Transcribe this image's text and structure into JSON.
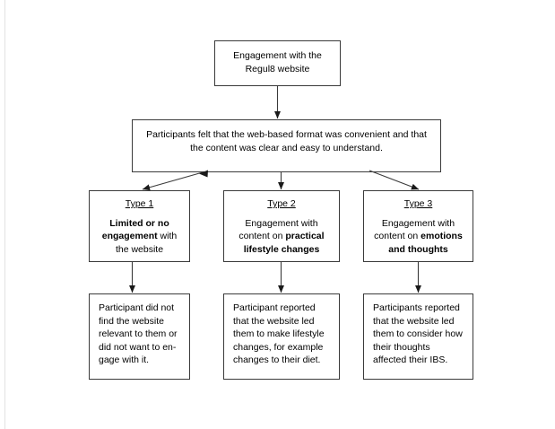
{
  "diagram": {
    "title_box": {
      "text": "Engagement with the Regul8 website"
    },
    "statement_box": {
      "text": "Participants felt that the web-based format was convenient and that the content was clear and easy to understand."
    },
    "types": [
      {
        "heading": "Type 1",
        "body_pre": "",
        "body_bold": "Limited or no engagement",
        "body_post": " with the website"
      },
      {
        "heading": "Type 2",
        "body_pre": "Engagement with content on ",
        "body_bold": "practical lifestyle changes",
        "body_post": ""
      },
      {
        "heading": "Type 3",
        "body_pre": "Engagement with content on ",
        "body_bold": "emotions and thoughts",
        "body_post": ""
      }
    ],
    "outcomes": [
      {
        "text": "Participant did not find the website relevant to them or did not want to en-gage with it."
      },
      {
        "text": "Participant reported that the website led them to make lifestyle changes, for example changes to their diet."
      },
      {
        "text": "Participants reported that the website led them to consider how their thoughts affected their IBS."
      }
    ],
    "connectors": {
      "arrow_color": "#1a1a1a",
      "line_color": "#3a3a3a"
    }
  }
}
